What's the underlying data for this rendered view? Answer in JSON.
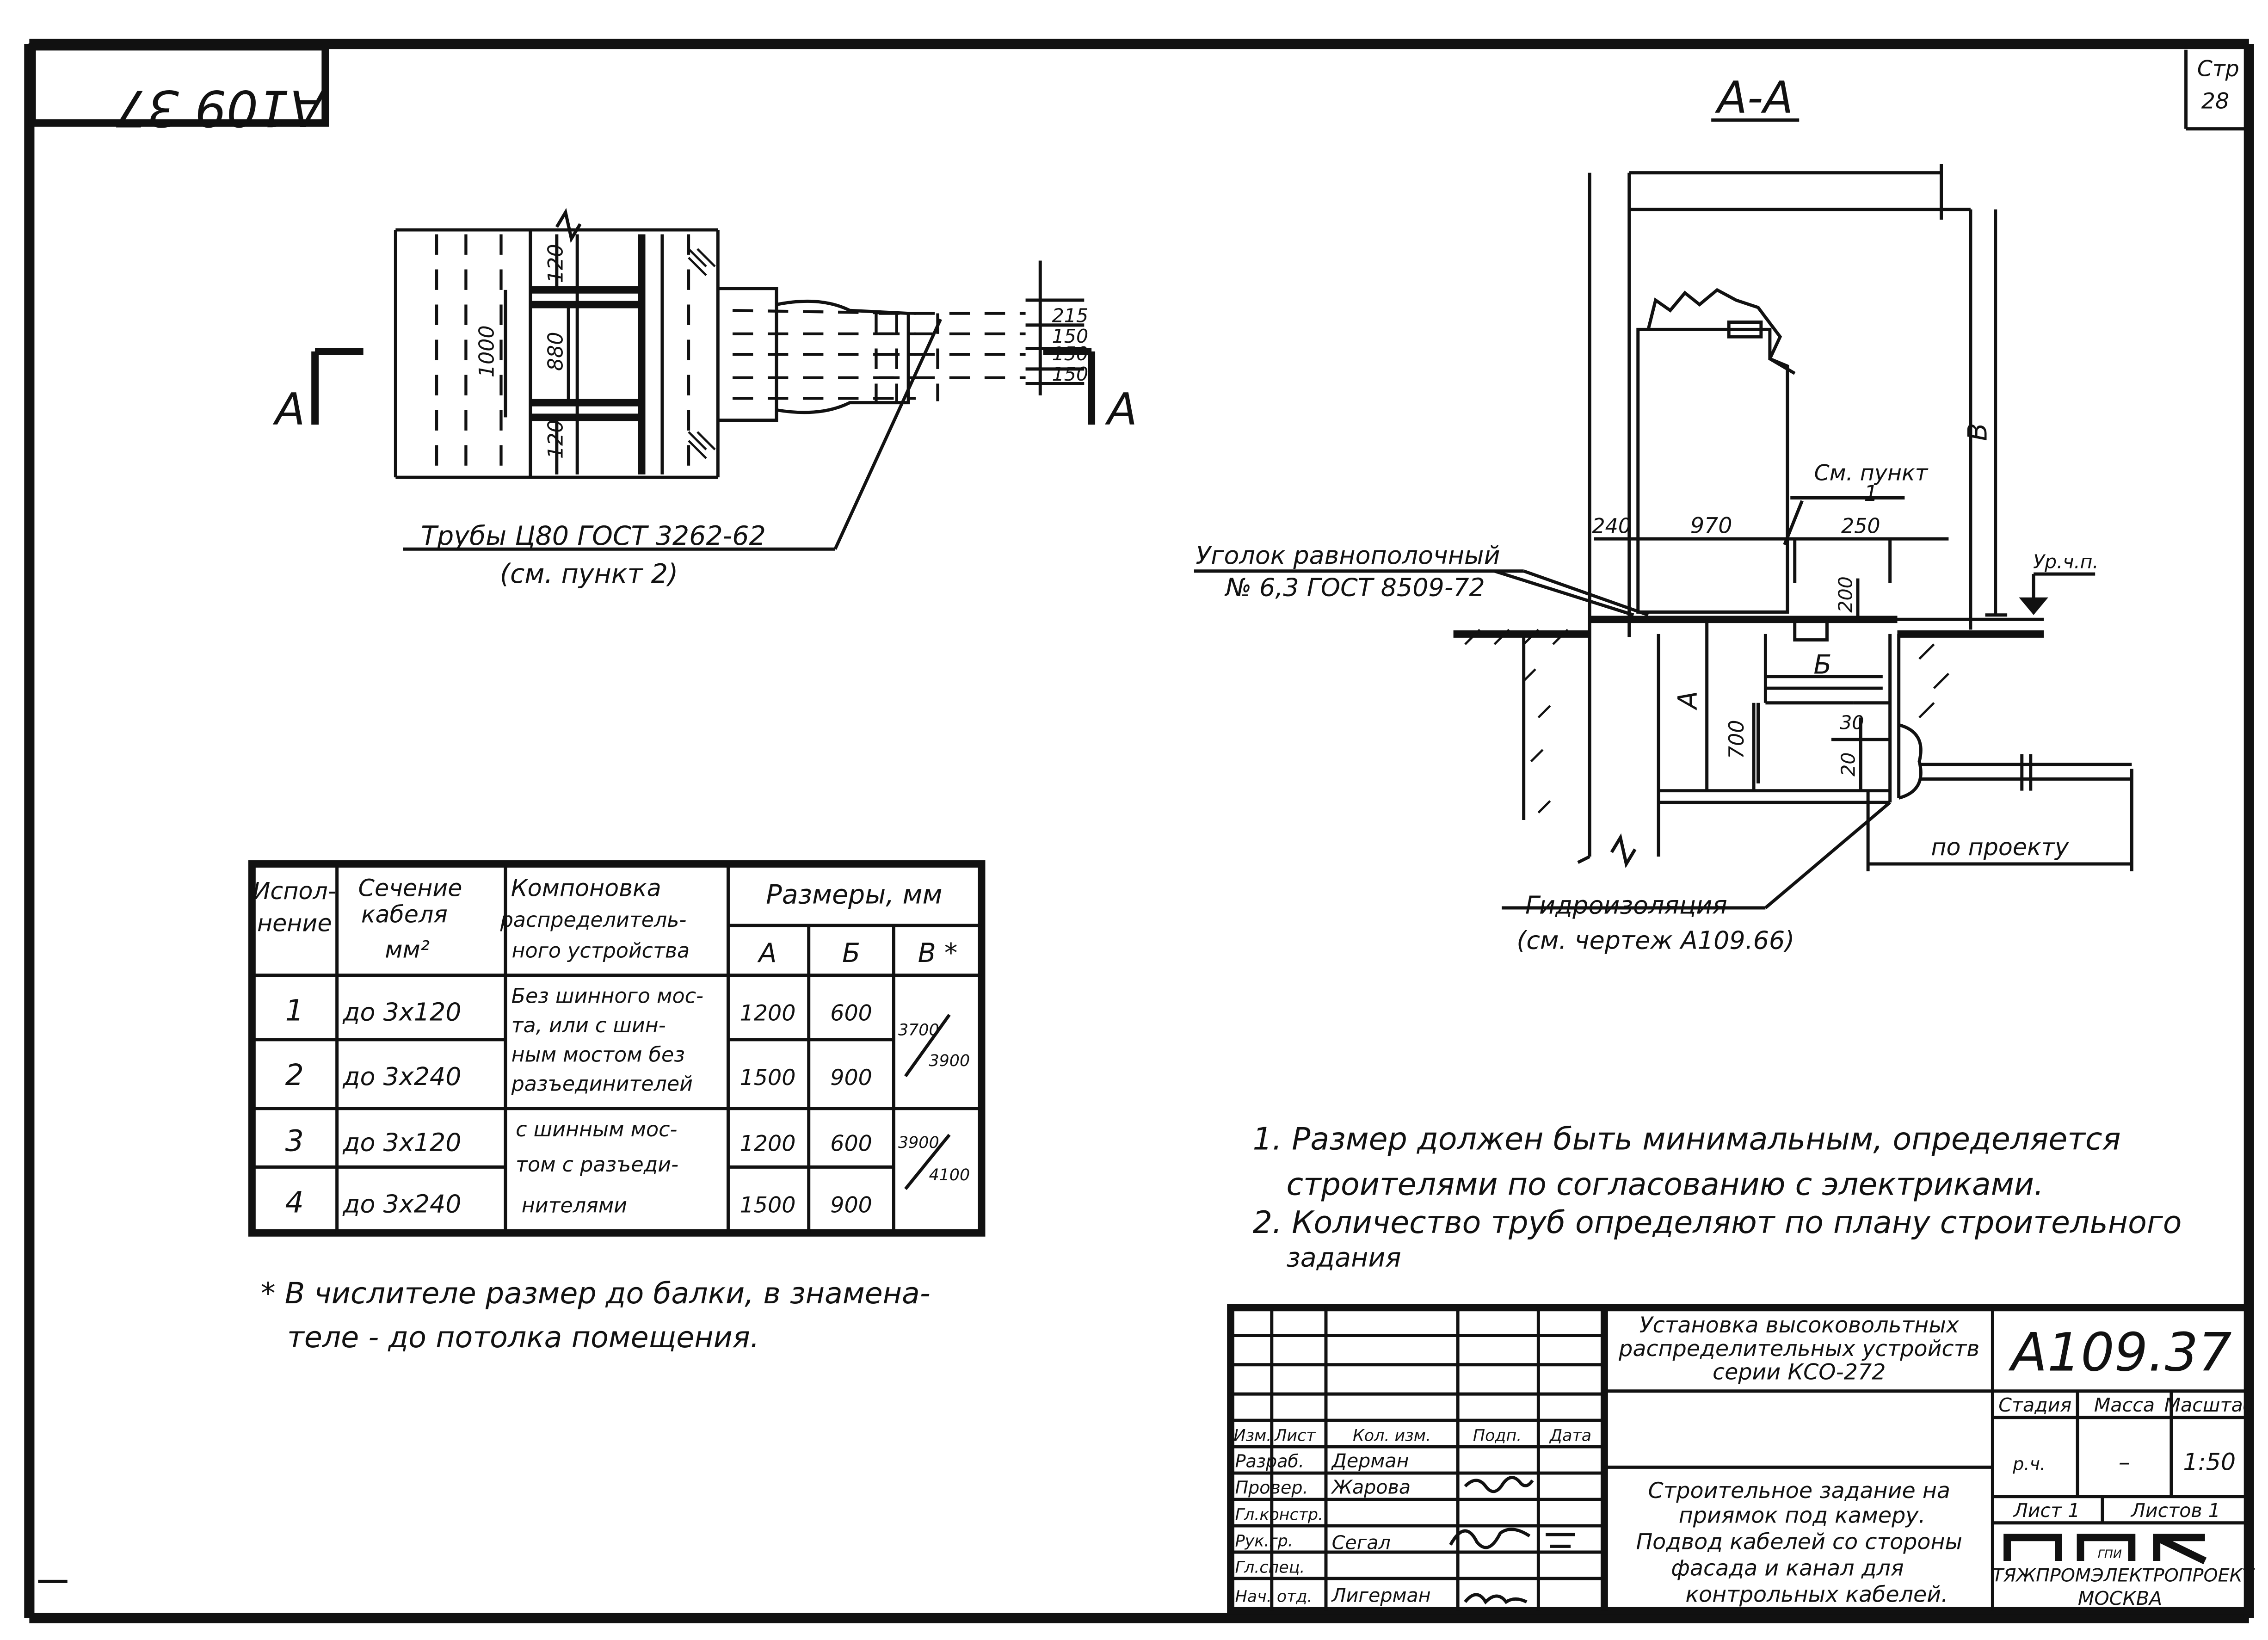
{
  "sheet": {
    "top_stamp": "A109 37",
    "page_label": "Стр",
    "page_number": "28",
    "section_title": "А-А"
  },
  "plan": {
    "cut_left": "А",
    "cut_right": "А",
    "dims_right": [
      "215",
      "150",
      "150",
      "150"
    ],
    "dims_left": [
      "120",
      "1000",
      "880",
      "120"
    ],
    "pipes_label": "Трубы Ц80 ГОСТ 3262-62",
    "pipes_ref": "(см. пункт 2)"
  },
  "section": {
    "angle_label": "Уголок равнополочный",
    "angle_gost": "№ 6,3  ГОСТ 8509-72",
    "see_point": "См. пункт",
    "see_point_num": "1",
    "dim_240": "240",
    "dim_970": "970",
    "dim_250": "250",
    "dim_200": "200",
    "dim_30": "30",
    "dim_20": "20",
    "dim_700": "700",
    "label_a": "А",
    "label_b": "Б",
    "label_v": "В",
    "floor_level": "Ур.ч.п.",
    "by_project": "по проекту",
    "waterproof": "Гидроизоляция",
    "waterproof_ref": "(см. чертеж А109.66)"
  },
  "table": {
    "h_exec": [
      "Испол-",
      "нение"
    ],
    "h_section": [
      "Сечение",
      "кабеля",
      "мм²"
    ],
    "h_layout": [
      "Компоновка",
      "распределитель-",
      "ного устройства"
    ],
    "h_dims": "Размеры, мм",
    "h_a": "А",
    "h_b": "Б",
    "h_v": "В *",
    "rows": [
      {
        "num": "1",
        "section": "до 3х120",
        "a": "1200",
        "b": "600"
      },
      {
        "num": "2",
        "section": "до 3х240",
        "a": "1500",
        "b": "900"
      },
      {
        "num": "3",
        "section": "до 3х120",
        "a": "1200",
        "b": "600"
      },
      {
        "num": "4",
        "section": "до 3х240",
        "a": "1500",
        "b": "900"
      }
    ],
    "layout_1": [
      "Без шинного мос-",
      "та, или с шин-",
      "ным мостом без",
      "разъединителей"
    ],
    "layout_2": [
      "с шинным мос-",
      "том с разъеди-",
      "нителями"
    ],
    "v_1_num": "3700",
    "v_1_den": "3900",
    "v_2_num": "3900",
    "v_2_den": "4100"
  },
  "footnote": {
    "line1": "* В числителе размер до балки, в знамена-",
    "line2": "теле - до потолка помещения."
  },
  "notes": {
    "n1a": "1. Размер должен быть минимальным, определяется",
    "n1b": "строителями по согласованию с электриками.",
    "n2a": "2. Количество труб определяют по плану строительного",
    "n2b": "задания"
  },
  "title_block": {
    "title": [
      "Установка высоковольтных",
      "распределительных устройств",
      "серии КСО-272"
    ],
    "code": "А109.37",
    "stage": "Стадия",
    "mass": "Масса",
    "scale": "Масштаб",
    "stage_val": "р.ч.",
    "mass_val": "–",
    "scale_val": "1:50",
    "sheet": "Лист 1",
    "sheets": "Листов 1",
    "desc": [
      "Строительное задание на",
      "приямок под камеру.",
      "Подвод кабелей со стороны",
      "фасада и канал для",
      "контрольных кабелей."
    ],
    "org_logo": "ГПИ",
    "org": "ТЯЖПРОМЭЛЕКТРОПРОЕКТ",
    "city": "МОСКВА",
    "col_headers": [
      "Изм.",
      "Лист",
      "Кол. изм.",
      "Подп.",
      "Дата"
    ],
    "roles": [
      "Разраб.",
      "Провер.",
      "Гл.констр.",
      "Рук.гр.",
      "Гл.спец.",
      "Нач. отд."
    ],
    "names": [
      "Дерман",
      "Жарова",
      "",
      "Сегал",
      "",
      "Лигерман"
    ]
  }
}
